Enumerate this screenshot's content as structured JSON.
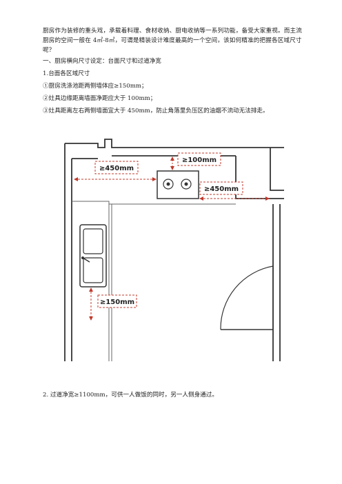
{
  "intro": "厨房作为装修的重头戏，承载着料理、食材收纳、厨电收纳等一系列功能，备受大家重视。而主流厨房的空间一般在 4㎡-8㎡，可谓是精装设计难度最高的一个空间，该如何精准的把握各区域尺寸呢？",
  "section1_heading": "一、厨房横向尺寸设定：台面尺寸和过道净宽",
  "sub1_heading": "1.台面各区域尺寸",
  "items": [
    "①厨房洗涤池距两侧墙体应≥150mm；",
    "②灶具边缘距离墙面净距应大于 100mm；",
    "③灶具距离左右两侧墙面宜大于 450mm，防止角落里负压区的油烟不流动无法排走。"
  ],
  "diagram": {
    "label_left": "≥450mm",
    "label_top": "≥100mm",
    "label_right": "≥450mm",
    "label_sink": "≥150mm",
    "accent_color": "#c0392b"
  },
  "sub2_text": "2. 过道净宽≥1100mm，可供一人做饭的同时，另一人侧身通过。"
}
